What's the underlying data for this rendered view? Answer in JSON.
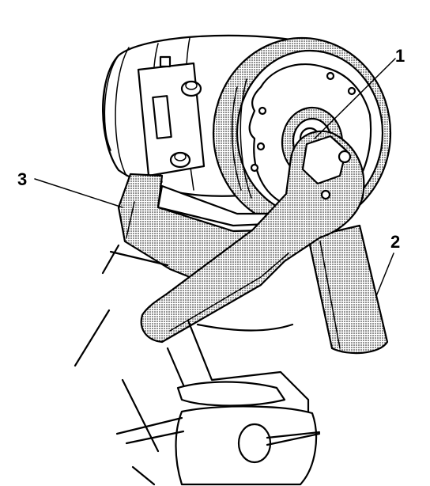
{
  "callouts": {
    "c1": "1",
    "c2": "2",
    "c3": "3"
  },
  "colors": {
    "ink": "#000000",
    "paper": "#ffffff",
    "stipple": "#000000"
  }
}
